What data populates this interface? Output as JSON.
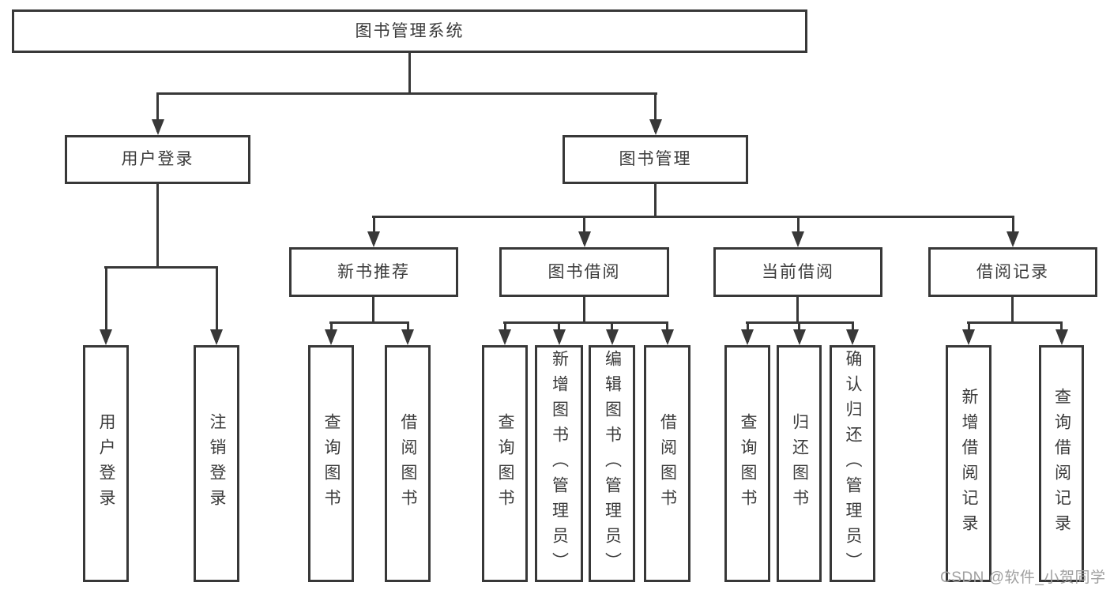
{
  "diagram": {
    "root": {
      "label": "图书管理系统",
      "children": [
        {
          "label": "用户登录",
          "children": [
            {
              "label": "用户登录"
            },
            {
              "label": "注销登录"
            }
          ]
        },
        {
          "label": "图书管理",
          "children": [
            {
              "label": "新书推荐",
              "children": [
                {
                  "label": "查询图书"
                },
                {
                  "label": "借阅图书"
                }
              ]
            },
            {
              "label": "图书借阅",
              "children": [
                {
                  "label": "查询图书"
                },
                {
                  "label": "新增图书（管理员）"
                },
                {
                  "label": "编辑图书（管理员）"
                },
                {
                  "label": "借阅图书"
                }
              ]
            },
            {
              "label": "当前借阅",
              "children": [
                {
                  "label": "查询图书"
                },
                {
                  "label": "归还图书"
                },
                {
                  "label": "确认归还（管理员）"
                }
              ]
            },
            {
              "label": "借阅记录",
              "children": [
                {
                  "label": "新增借阅记录"
                },
                {
                  "label": "查询借阅记录"
                }
              ]
            }
          ]
        }
      ]
    },
    "colors": {
      "line": "#383838",
      "text": "#3b3b3b",
      "background": "#ffffff",
      "watermark": "#a0a0a0"
    }
  },
  "watermark": {
    "text": "CSDN @软件_小贺同学"
  }
}
